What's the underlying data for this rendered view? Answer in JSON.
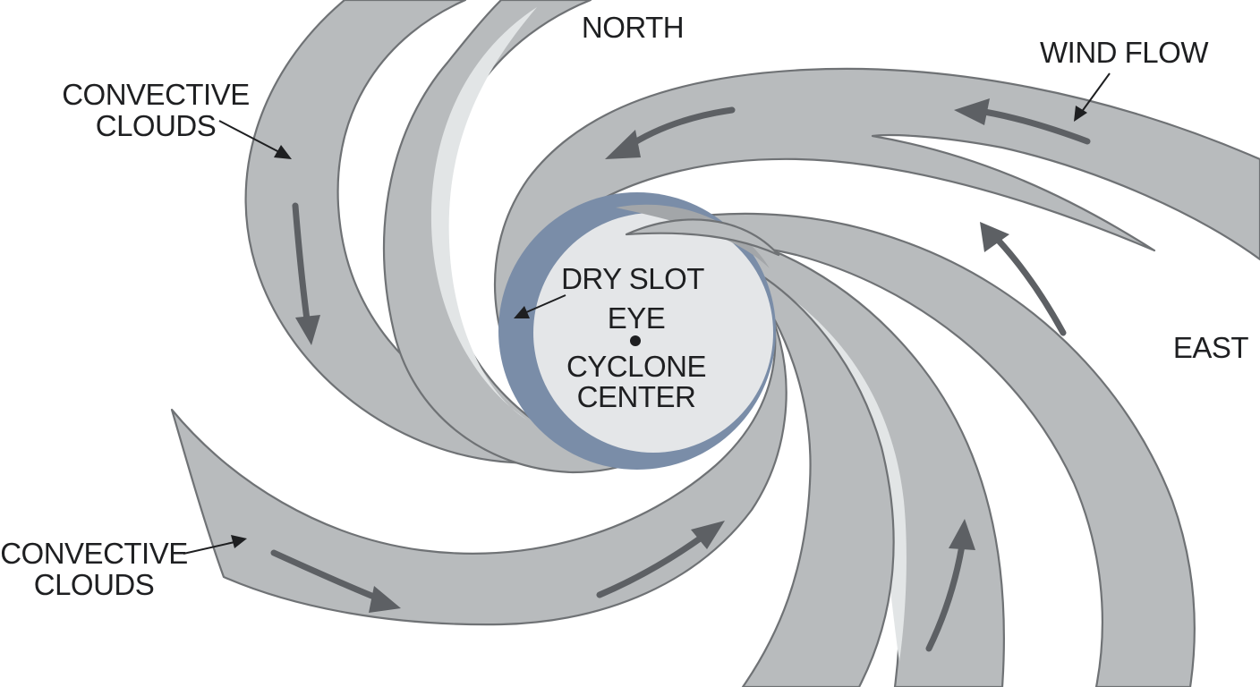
{
  "labels": {
    "north": "NORTH",
    "east": "EAST",
    "wind_flow": "WIND FLOW",
    "convective_clouds_top": [
      "CONVECTIVE",
      "CLOUDS"
    ],
    "convective_clouds_bottom": [
      "CONVECTIVE",
      "CLOUDS"
    ],
    "dry_slot": "DRY SLOT",
    "eye": "EYE",
    "cyclone_center": [
      "CYCLONE",
      "CENTER"
    ]
  },
  "colors": {
    "cloud_band": "#b8bbbd",
    "band_outline": "#6f7275",
    "highlight": "#e2e5e6",
    "dry_slot": "#7a8da8",
    "eye_fill": "#e4e6e8",
    "flow_arrow": "#5d6064",
    "text": "#1e1f21",
    "background": "#ffffff"
  }
}
